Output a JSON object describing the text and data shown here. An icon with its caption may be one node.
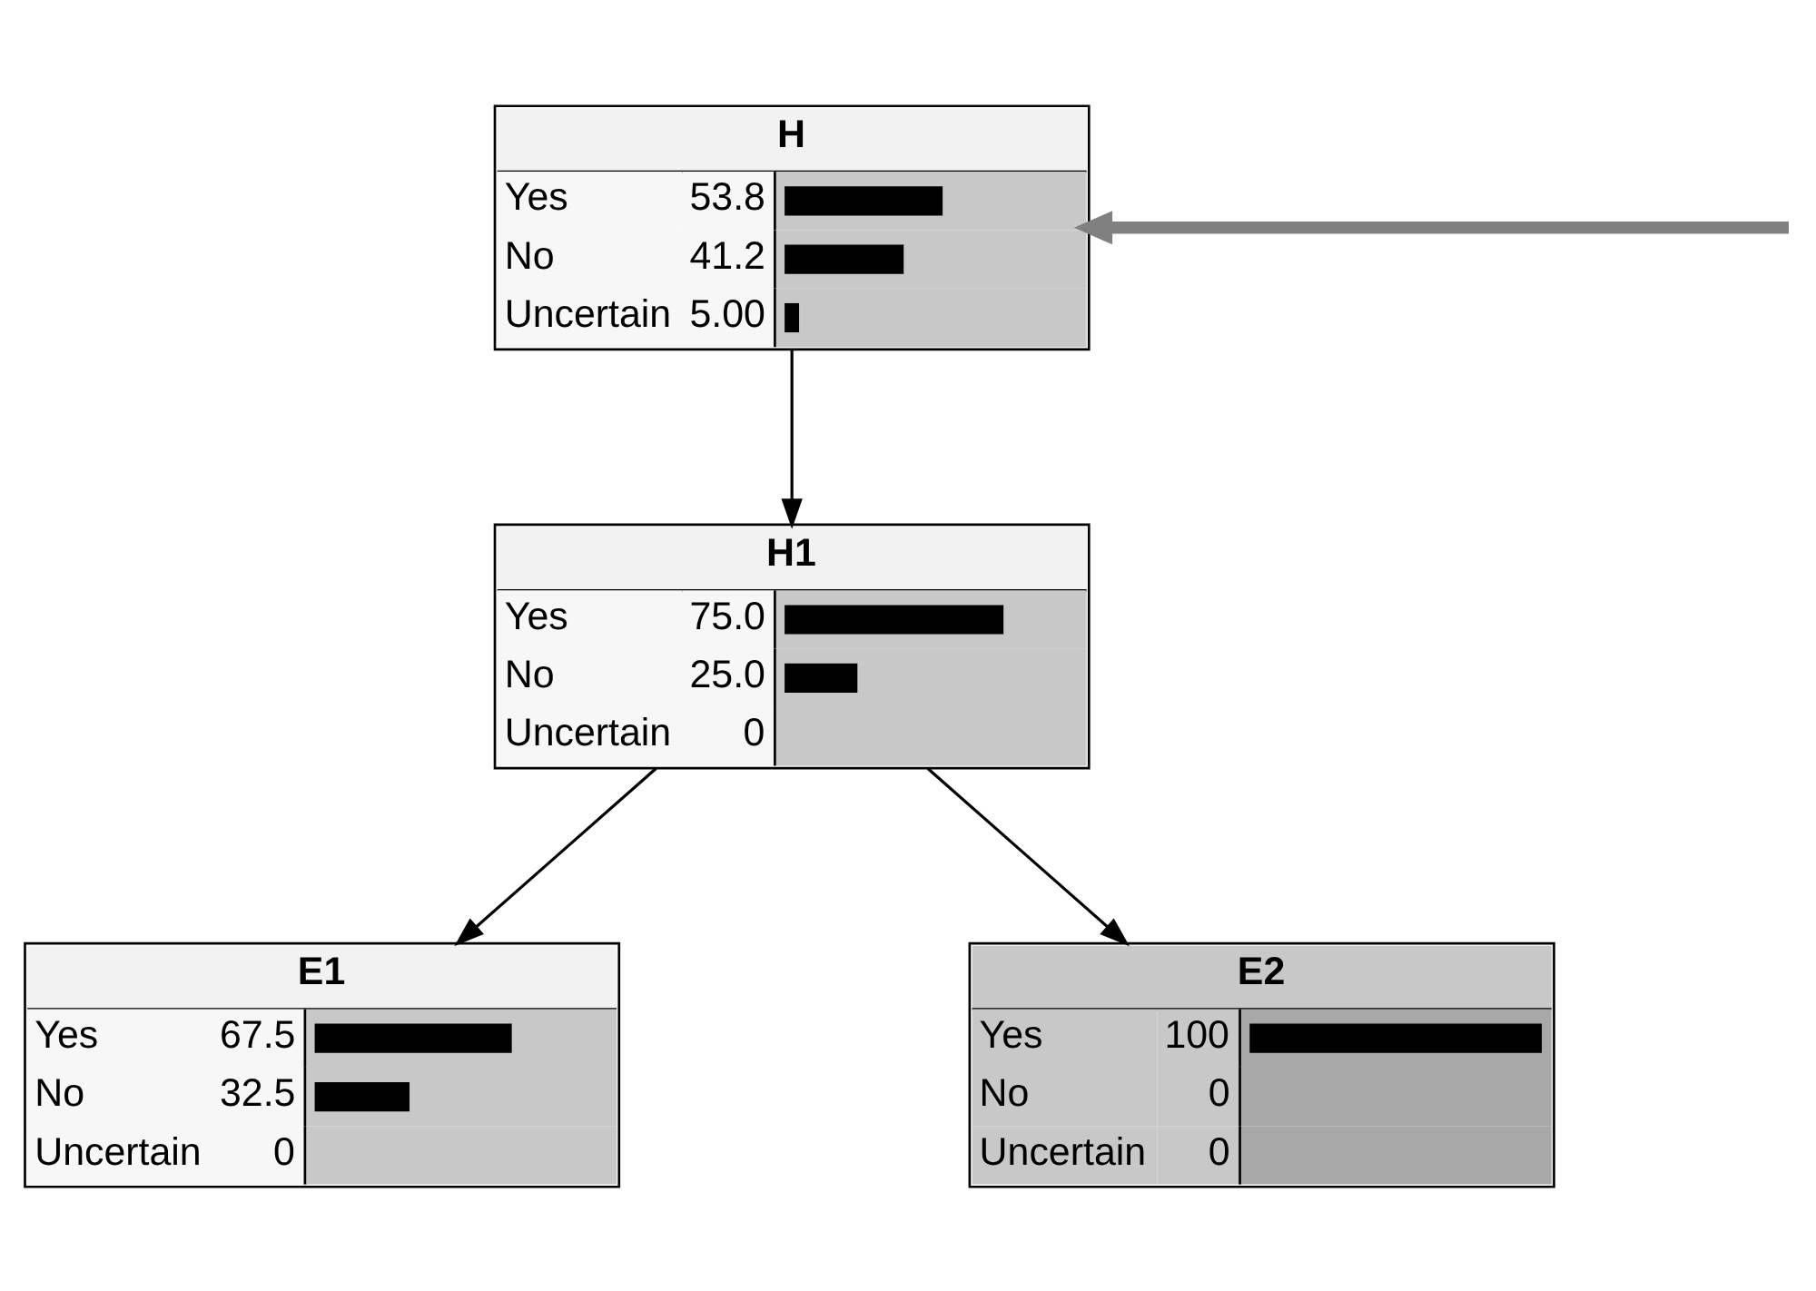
{
  "diagram": {
    "nodes": [
      {
        "text": [
          "H",
          "Yes",
          "53.8",
          "No",
          "41.2",
          "Uncertain",
          "5.00"
        ]
      },
      {
        "text": [
          "H1",
          "Yes",
          "75.0",
          "No",
          "25.0",
          "Uncertain",
          "0"
        ]
      },
      {
        "text": [
          "E1",
          "Yes",
          "67.5",
          "No",
          "32.5",
          "Uncertain",
          "0"
        ]
      },
      {
        "text": [
          "E2",
          "Yes",
          "100",
          "No",
          "0",
          "Uncertain",
          "0"
        ]
      }
    ],
    "edges": [
      {
        "from": null,
        "to": 0,
        "arrow": "to",
        "style": "thick",
        "color": "#808080"
      },
      {
        "from": 0,
        "to": 1,
        "arrow": "to"
      },
      {
        "from": 1,
        "to": 2,
        "arrow": "to"
      },
      {
        "from": 1,
        "to": 3,
        "arrow": "to"
      }
    ]
  }
}
